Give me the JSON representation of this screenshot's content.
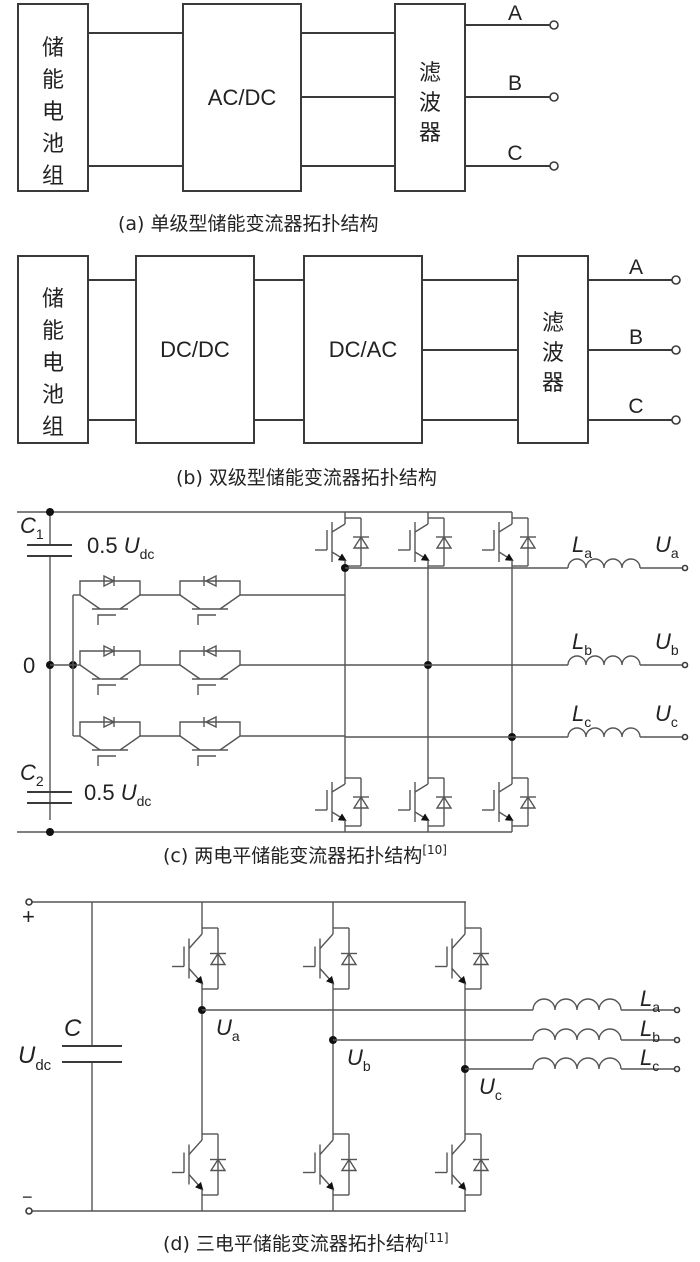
{
  "panel_a": {
    "caption": "(a) 单级型储能变流器拓扑结构",
    "blocks": [
      "储能电池组",
      "AC/DC",
      "滤波器"
    ],
    "outputs": [
      "A",
      "B",
      "C"
    ]
  },
  "panel_b": {
    "caption": "(b) 双级型储能变流器拓扑结构",
    "blocks": [
      "储能电池组",
      "DC/DC",
      "DC/AC",
      "滤波器"
    ],
    "outputs": [
      "A",
      "B",
      "C"
    ]
  },
  "panel_c": {
    "caption": "(c) 两电平储能变流器拓扑结构",
    "caption_ref": "[10]",
    "cap1": {
      "name": "C",
      "sub": "1",
      "value_prefix": "0.5 ",
      "value_var": "U",
      "value_sub": "dc"
    },
    "cap2": {
      "name": "C",
      "sub": "2",
      "value_prefix": "0.5 ",
      "value_var": "U",
      "value_sub": "dc"
    },
    "midpoint_label": "0",
    "phases": [
      {
        "inductor": "L",
        "inductor_sub": "a",
        "voltage": "U",
        "voltage_sub": "a"
      },
      {
        "inductor": "L",
        "inductor_sub": "b",
        "voltage": "U",
        "voltage_sub": "b"
      },
      {
        "inductor": "L",
        "inductor_sub": "c",
        "voltage": "U",
        "voltage_sub": "c"
      }
    ]
  },
  "panel_d": {
    "caption": "(d) 三电平储能变流器拓扑结构",
    "caption_ref": "[11]",
    "plus": "+",
    "minus": "−",
    "capacitor": "C",
    "dc_voltage": "U",
    "dc_voltage_sub": "dc",
    "nodes": [
      {
        "var": "U",
        "sub": "a"
      },
      {
        "var": "U",
        "sub": "b"
      },
      {
        "var": "U",
        "sub": "c"
      }
    ],
    "inductors": [
      {
        "var": "L",
        "sub": "a"
      },
      {
        "var": "L",
        "sub": "b"
      },
      {
        "var": "L",
        "sub": "c"
      }
    ]
  }
}
